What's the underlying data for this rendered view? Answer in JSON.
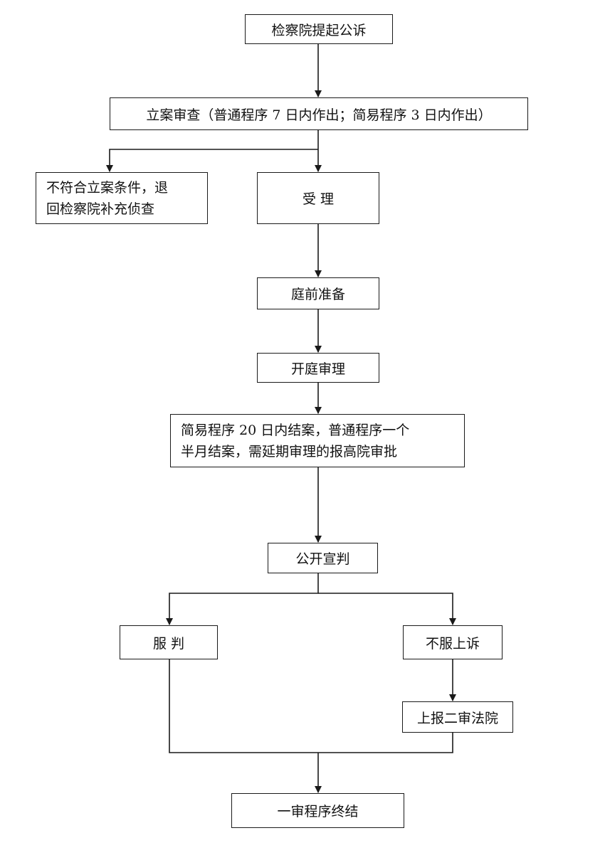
{
  "nodes": {
    "indictment": "检察院提起公诉",
    "review": "立案审查（普通程序 7 日内作出；简易程序 3 日内作出）",
    "reject_line1": "不符合立案条件，退",
    "reject_line2": "回检察院补充侦查",
    "accept": "受 理",
    "pretrial": "庭前准备",
    "trial": "开庭审理",
    "deadline_line1": "简易程序 20 日内结案，普通程序一个",
    "deadline_line2": "半月结案，需延期审理的报高院审批",
    "verdict": "公开宣判",
    "accept_verdict": "服 判",
    "appeal": "不服上诉",
    "report_second": "上报二审法院",
    "end": "一审程序终结"
  }
}
